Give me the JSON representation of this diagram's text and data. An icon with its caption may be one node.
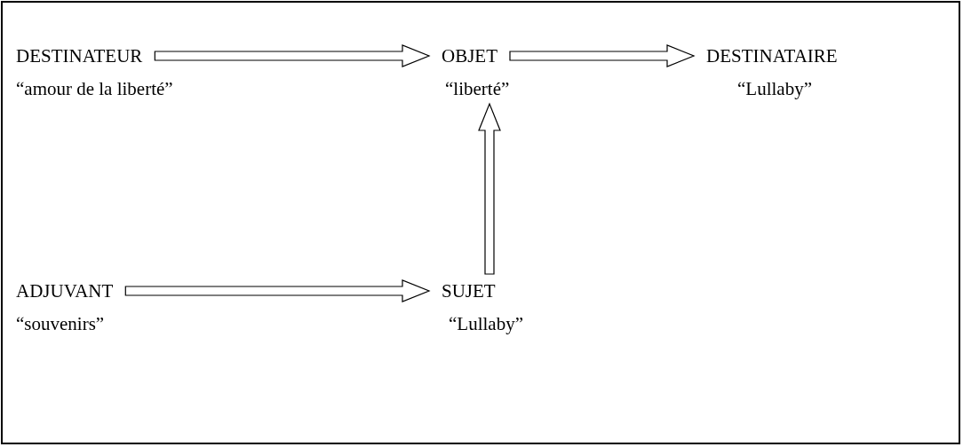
{
  "diagram": {
    "nodes": [
      {
        "text": [
          "DESTINATEUR",
          "“amour de la liberté”"
        ]
      },
      {
        "text": [
          "OBJET",
          "“liberté”"
        ]
      },
      {
        "text": [
          "DESTINATAIRE",
          "“Lullaby”"
        ]
      },
      {
        "text": [
          "ADJUVANT",
          "“souvenirs”"
        ]
      },
      {
        "text": [
          "SUJET",
          "“Lullaby”"
        ]
      }
    ],
    "edges": [
      {
        "from": 0,
        "to": 1,
        "arrow": "to"
      },
      {
        "from": 1,
        "to": 2,
        "arrow": "to"
      },
      {
        "from": 3,
        "to": 4,
        "arrow": "to"
      },
      {
        "from": 4,
        "to": 1,
        "arrow": "to"
      }
    ]
  }
}
